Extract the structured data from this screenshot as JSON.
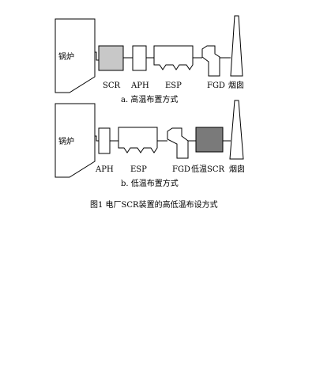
{
  "figure_title": "图1  电厂SCR装置的高低温布设方式",
  "diagrams": [
    {
      "id": "high",
      "caption": "a. 高温布置方式",
      "boiler_label": "锅炉",
      "components": [
        "SCR",
        "APH",
        "ESP",
        "FGD"
      ],
      "chimney_label": "烟囱",
      "highlight_color": "#c8c8c8"
    },
    {
      "id": "low",
      "caption": "b. 低温布置方式",
      "boiler_label": "锅炉",
      "components": [
        "APH",
        "ESP",
        "FGD",
        "低温SCR"
      ],
      "chimney_label": "烟囱",
      "highlight_color": "#7a7a7a"
    }
  ]
}
